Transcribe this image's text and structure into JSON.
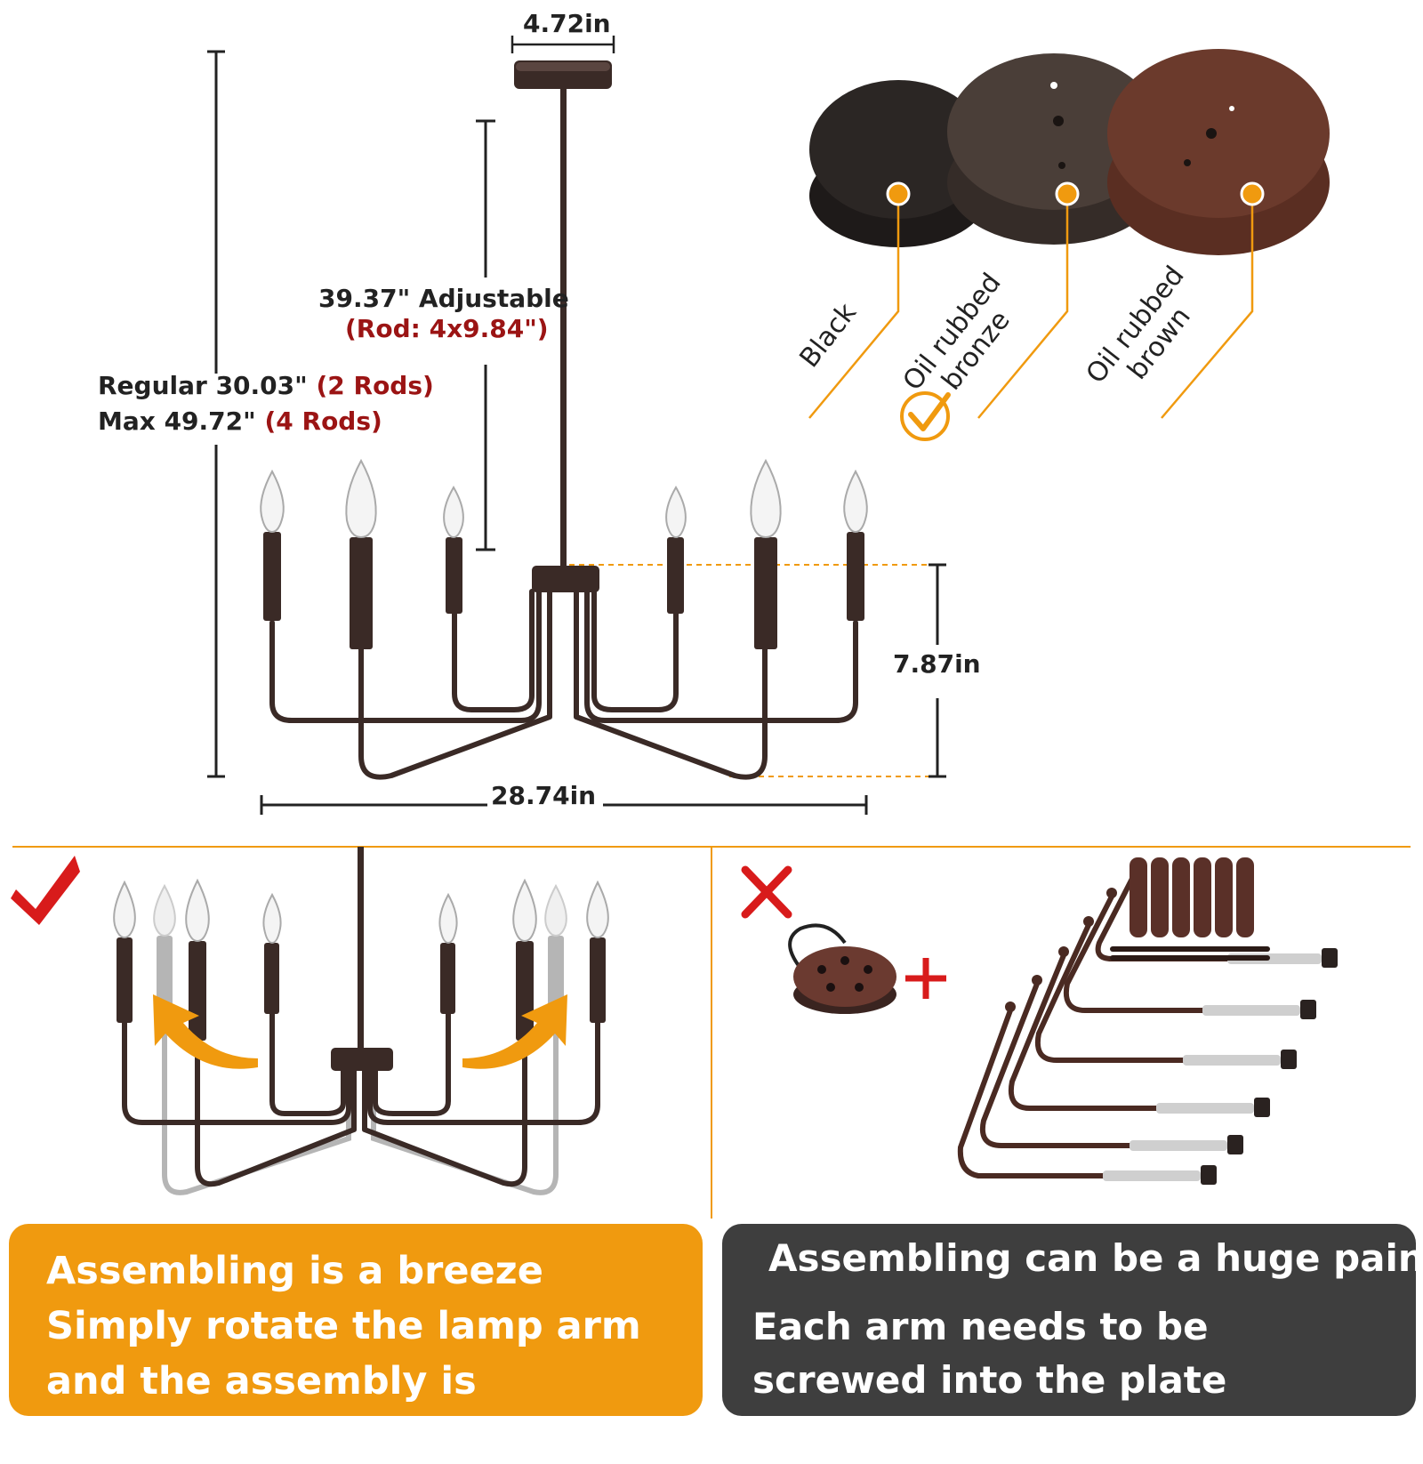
{
  "dimensions": {
    "canopy_width": "4.72in",
    "rod_length": "39.37\" Adjustable",
    "rod_detail": "(Rod: 4x9.84\")",
    "regular_height": "Regular 30.03\"",
    "regular_rods": "(2 Rods)",
    "max_height": "Max 49.72\"",
    "max_rods": "(4 Rods)",
    "body_height": "7.87in",
    "width": "28.74in"
  },
  "finishes": [
    {
      "label": "Black",
      "color": "#2b2624",
      "selected": false
    },
    {
      "label": "Oil rubbed bronze",
      "color": "#4a3e38",
      "selected": true
    },
    {
      "label": "Oil rubbed brown",
      "color": "#6b3a2c",
      "selected": false
    }
  ],
  "accent_color": "#f09a0f",
  "comparison": {
    "good": {
      "mark": "check",
      "text": "Assembling is a breeze Simply rotate the lamp arm and the assembly is complete"
    },
    "bad": {
      "mark": "cross",
      "title": "Assembling can be a huge pain",
      "text": "Each arm needs to be screwed into the plate"
    }
  }
}
